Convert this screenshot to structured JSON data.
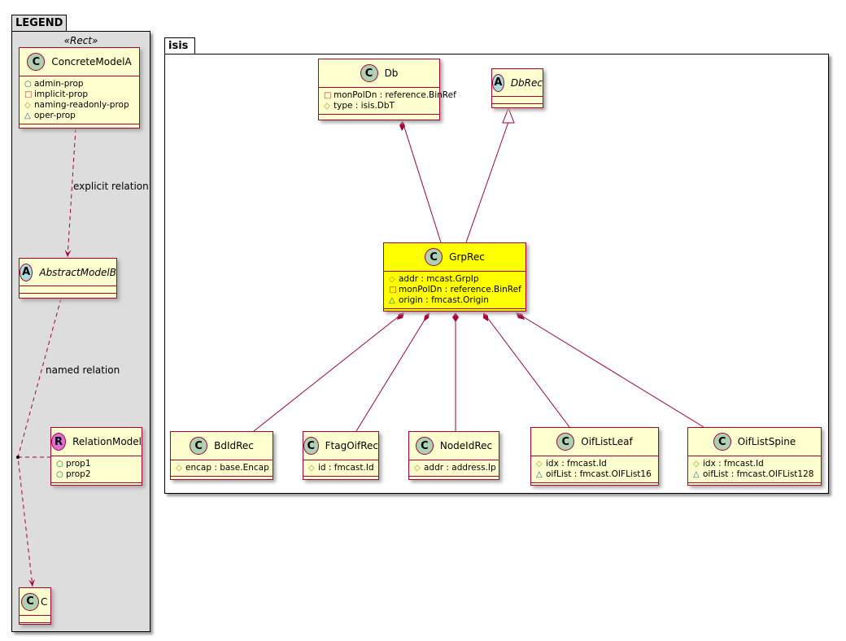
{
  "packages": [
    {
      "id": "legend",
      "name": "LEGEND",
      "stereotype": "«Rect»"
    },
    {
      "id": "isis",
      "name": "isis"
    }
  ],
  "visibility_icons": {
    "public": {
      "glyph": "○",
      "color": "#038048"
    },
    "private": {
      "glyph": "□",
      "color": "#c82930"
    },
    "protected": {
      "glyph": "◇",
      "color": "#b38d22"
    },
    "package": {
      "glyph": "△",
      "color": "#1963a0"
    }
  },
  "colors": {
    "border": "#a80036",
    "class_fill": "#fefece",
    "highlight_fill": "#ffff00",
    "package_legend_fill": "#dddddd",
    "class_circle": "#add1b2",
    "abstract_circle": "#a9dcdf",
    "relation_circle": "#da70d6"
  },
  "classes": [
    {
      "id": "ConcreteModelA",
      "kind": "C",
      "name": "ConcreteModelA",
      "attrs": [
        [
          "public",
          "admin-prop"
        ],
        [
          "private",
          "implicit-prop"
        ],
        [
          "protected",
          "naming-readonly-prop"
        ],
        [
          "package",
          "oper-prop"
        ]
      ]
    },
    {
      "id": "AbstractModelB",
      "kind": "A",
      "name": "AbstractModelB",
      "italic": true,
      "attrs": []
    },
    {
      "id": "RelationModel",
      "kind": "R",
      "name": "RelationModel",
      "attrs": [
        [
          "public",
          "prop1"
        ],
        [
          "public",
          "prop2"
        ]
      ]
    },
    {
      "id": "C",
      "kind": "C",
      "name": "C",
      "attrs": []
    },
    {
      "id": "Db",
      "kind": "C",
      "name": "Db",
      "attrs": [
        [
          "private",
          "monPolDn : reference.BinRef"
        ],
        [
          "protected",
          "type : isis.DbT"
        ]
      ]
    },
    {
      "id": "DbRec",
      "kind": "A",
      "name": "DbRec",
      "italic": true,
      "attrs": []
    },
    {
      "id": "GrpRec",
      "kind": "C",
      "name": "GrpRec",
      "highlight": true,
      "attrs": [
        [
          "protected",
          "addr : mcast.GrpIp"
        ],
        [
          "private",
          "monPolDn : reference.BinRef"
        ],
        [
          "package",
          "origin : fmcast.Origin"
        ]
      ]
    },
    {
      "id": "BdIdRec",
      "kind": "C",
      "name": "BdIdRec",
      "attrs": [
        [
          "protected",
          "encap : base.Encap"
        ]
      ]
    },
    {
      "id": "FtagOifRec",
      "kind": "C",
      "name": "FtagOifRec",
      "attrs": [
        [
          "protected",
          "id : fmcast.Id"
        ]
      ]
    },
    {
      "id": "NodeIdRec",
      "kind": "C",
      "name": "NodeIdRec",
      "attrs": [
        [
          "protected",
          "addr : address.Ip"
        ]
      ]
    },
    {
      "id": "OifListLeaf",
      "kind": "C",
      "name": "OifListLeaf",
      "attrs": [
        [
          "protected",
          "idx : fmcast.Id"
        ],
        [
          "package",
          "oifList : fmcast.OIFList16"
        ]
      ]
    },
    {
      "id": "OifListSpine",
      "kind": "C",
      "name": "OifListSpine",
      "attrs": [
        [
          "protected",
          "idx : fmcast.Id"
        ],
        [
          "package",
          "oifList : fmcast.OIFList128"
        ]
      ]
    }
  ],
  "relations": [
    {
      "from": "ConcreteModelA",
      "to": "AbstractModelB",
      "type": "dependency",
      "label": "explicit relation"
    },
    {
      "from": "AbstractModelB",
      "to": "C",
      "type": "dependency",
      "label": "named relation",
      "association_class": "RelationModel"
    },
    {
      "from": "Db",
      "to": "GrpRec",
      "type": "composition"
    },
    {
      "from": "GrpRec",
      "to": "DbRec",
      "type": "inheritance"
    },
    {
      "from": "GrpRec",
      "to": "BdIdRec",
      "type": "composition"
    },
    {
      "from": "GrpRec",
      "to": "FtagOifRec",
      "type": "composition"
    },
    {
      "from": "GrpRec",
      "to": "NodeIdRec",
      "type": "composition"
    },
    {
      "from": "GrpRec",
      "to": "OifListLeaf",
      "type": "composition"
    },
    {
      "from": "GrpRec",
      "to": "OifListSpine",
      "type": "composition"
    }
  ]
}
